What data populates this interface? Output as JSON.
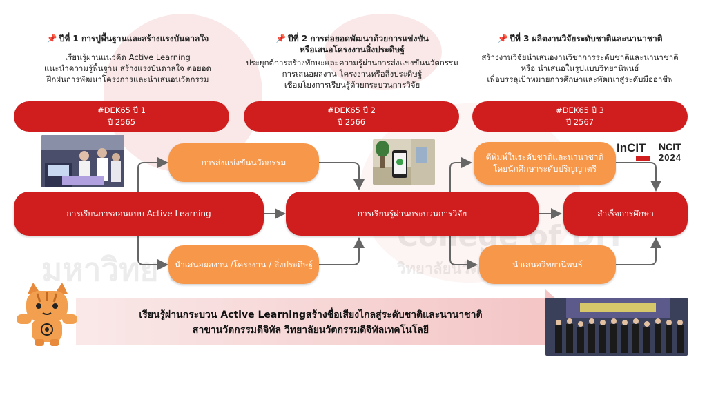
{
  "watermark": {
    "university": "มหาวิทยาลัย",
    "college": "College of DIT",
    "college_th": "วิทยาลัยนวัตกรรม"
  },
  "years": [
    {
      "title": "ปีที่ 1 การปูพื้นฐานและสร้างแรงบันดาลใจ",
      "lines": [
        "เรียนรู้ผ่านแนวคิด Active Learning",
        "แนะนำความรู้พื้นฐาน สร้างแรงบันดาลใจ ต่อยอด",
        "ฝึกฝนการพัฒนาโครงการและนำเสนอนวัตกรรม"
      ],
      "tag_line1": "#DEK65 ปี 1",
      "tag_line2": "ปี 2565"
    },
    {
      "title_line1": "ปีที่ 2 การต่อยอดพัฒนาด้วยการแข่งขัน",
      "title_line2": "หรือเสนอโครงงานสิ่งประดิษฐ์",
      "lines": [
        "ประยุกต์การสร้างทักษะและความรู้ผ่านการส่งแข่งขันนวัตกรรม",
        "การเสนอผลงาน โครงงานหรือสิ่งประดิษฐ์",
        "เชื่อมโยงการเรียนรู้ด้วยกระบวนการวิจัย"
      ],
      "tag_line1": "#DEK65 ปี 2",
      "tag_line2": "ปี 2566"
    },
    {
      "title": "ปีที่ 3 ผลิตงานวิจัยระดับชาติและนานาชาติ",
      "lines": [
        "สร้างงานวิจัยนำเสนองานวิชาการระดับชาติและนานาชาติ",
        "หรือ นำเสนอในรูปแบบวิทยานิพนธ์",
        "เพื่อบรรลุเป้าหมายการศึกษาและพัฒนาสู่ระดับมืออาชีพ"
      ],
      "tag_line1": "#DEK65 ปี 3",
      "tag_line2": "ปี 2567"
    }
  ],
  "nodes": {
    "active_learning": "การเรียนการสอนแบบ Active Learning",
    "competition": "การส่งแข่งขันนวัตกรรม",
    "presentation": "นำเสนอผลงาน /โครงงาน / สิ่งประดิษฐ์",
    "research": "การเรียนรู้ผ่านกระบวนการวิจัย",
    "publish_line1": "ตีพิมพ์ในระดับชาติและนานาชาติ",
    "publish_line2": "โดยนักศึกษาระดับปริญญาตรี",
    "thesis": "นำเสนอวิทยานิพนธ์",
    "graduate": "สำเร็จการศึกษา"
  },
  "logos": {
    "incit": "InCIT",
    "ncit": "NCIT",
    "ncit_year": "2024"
  },
  "banner": {
    "line1": "เรียนรู้ผ่านกระบวน Active Learningสร้างชื่อเสียงไกลสู่ระดับชาติและนานาชาติ",
    "line2": "สาขานวัตกรรมดิจิทัล วิทยาลัยนวัตกรรมดิจิทัลเทคโนโลยี"
  },
  "colors": {
    "primary_red": "#d01e1e",
    "orange": "#f7974a",
    "arrow_gray": "#666666"
  },
  "icons": {
    "pin": "pushpin-icon"
  }
}
